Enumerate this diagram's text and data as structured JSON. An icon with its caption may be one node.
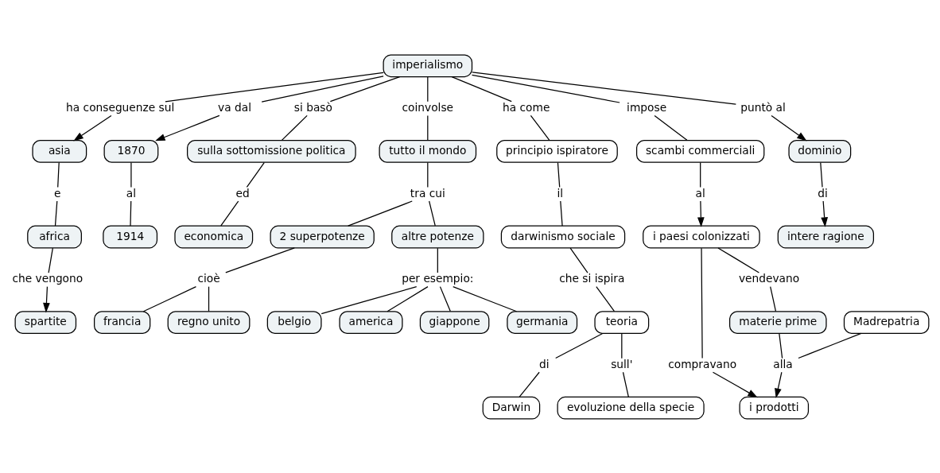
{
  "diagram": {
    "nodes": [
      {
        "text": [
          "imperialismo"
        ]
      },
      {
        "text": [
          "asia"
        ]
      },
      {
        "text": [
          "africa"
        ]
      },
      {
        "text": [
          "spartite"
        ]
      },
      {
        "text": [
          "1870"
        ]
      },
      {
        "text": [
          "1914"
        ]
      },
      {
        "text": [
          "sulla sottomissione politica"
        ]
      },
      {
        "text": [
          "economica"
        ]
      },
      {
        "text": [
          "tutto il mondo"
        ]
      },
      {
        "text": [
          "2 superpotenze"
        ]
      },
      {
        "text": [
          "francia"
        ]
      },
      {
        "text": [
          "regno unito"
        ]
      },
      {
        "text": [
          "altre potenze"
        ]
      },
      {
        "text": [
          "belgio"
        ]
      },
      {
        "text": [
          "america"
        ]
      },
      {
        "text": [
          "giappone"
        ]
      },
      {
        "text": [
          "germania"
        ]
      },
      {
        "text": [
          "principio ispiratore"
        ]
      },
      {
        "text": [
          "darwinismo sociale"
        ]
      },
      {
        "text": [
          "teoria"
        ]
      },
      {
        "text": [
          "Darwin"
        ]
      },
      {
        "text": [
          "evoluzione della specie"
        ]
      },
      {
        "text": [
          "scambi commerciali"
        ]
      },
      {
        "text": [
          "i paesi colonizzati"
        ]
      },
      {
        "text": [
          "i prodotti"
        ]
      },
      {
        "text": [
          "materie prime"
        ]
      },
      {
        "text": [
          "Madrepatria"
        ]
      },
      {
        "text": [
          "dominio"
        ]
      },
      {
        "text": [
          "intere ragione"
        ]
      },
      {
        "text": [
          "ha conseguenze sul"
        ]
      },
      {
        "text": [
          "e"
        ]
      },
      {
        "text": [
          "che vengono"
        ]
      },
      {
        "text": [
          "va dal"
        ]
      },
      {
        "text": [
          "al"
        ]
      },
      {
        "text": [
          "si basò"
        ]
      },
      {
        "text": [
          "ed"
        ]
      },
      {
        "text": [
          "coinvolse"
        ]
      },
      {
        "text": [
          "tra cui"
        ]
      },
      {
        "text": [
          "cioè"
        ]
      },
      {
        "text": [
          "per esempio:"
        ]
      },
      {
        "text": [
          "ha come"
        ]
      },
      {
        "text": [
          "il"
        ]
      },
      {
        "text": [
          "che si ispira"
        ]
      },
      {
        "text": [
          "di"
        ]
      },
      {
        "text": [
          "sull'"
        ]
      },
      {
        "text": [
          "impose"
        ]
      },
      {
        "text": [
          "al"
        ]
      },
      {
        "text": [
          "compravano"
        ]
      },
      {
        "text": [
          "vendevano"
        ]
      },
      {
        "text": [
          "alla"
        ]
      },
      {
        "text": [
          "puntò al"
        ]
      },
      {
        "text": [
          "di"
        ]
      }
    ],
    "edges": [
      {
        "from": 0,
        "to": 29,
        "arrow": "none"
      },
      {
        "from": 29,
        "to": 1,
        "arrow": "to"
      },
      {
        "from": 1,
        "to": 30,
        "arrow": "none"
      },
      {
        "from": 30,
        "to": 2,
        "arrow": "none"
      },
      {
        "from": 2,
        "to": 31,
        "arrow": "none"
      },
      {
        "from": 31,
        "to": 3,
        "arrow": "to"
      },
      {
        "from": 0,
        "to": 32,
        "arrow": "none"
      },
      {
        "from": 32,
        "to": 4,
        "arrow": "to"
      },
      {
        "from": 4,
        "to": 33,
        "arrow": "none"
      },
      {
        "from": 33,
        "to": 5,
        "arrow": "none"
      },
      {
        "from": 0,
        "to": 34,
        "arrow": "none"
      },
      {
        "from": 34,
        "to": 6,
        "arrow": "none"
      },
      {
        "from": 6,
        "to": 35,
        "arrow": "none"
      },
      {
        "from": 35,
        "to": 7,
        "arrow": "none"
      },
      {
        "from": 0,
        "to": 36,
        "arrow": "none"
      },
      {
        "from": 36,
        "to": 8,
        "arrow": "none"
      },
      {
        "from": 8,
        "to": 37,
        "arrow": "none"
      },
      {
        "from": 37,
        "to": 9,
        "arrow": "none"
      },
      {
        "from": 37,
        "to": 12,
        "arrow": "none"
      },
      {
        "from": 9,
        "to": 38,
        "arrow": "none"
      },
      {
        "from": 38,
        "to": 10,
        "arrow": "none"
      },
      {
        "from": 38,
        "to": 11,
        "arrow": "none"
      },
      {
        "from": 12,
        "to": 39,
        "arrow": "none"
      },
      {
        "from": 39,
        "to": 13,
        "arrow": "none"
      },
      {
        "from": 39,
        "to": 14,
        "arrow": "none"
      },
      {
        "from": 39,
        "to": 15,
        "arrow": "none"
      },
      {
        "from": 39,
        "to": 16,
        "arrow": "none"
      },
      {
        "from": 0,
        "to": 40,
        "arrow": "none"
      },
      {
        "from": 40,
        "to": 17,
        "arrow": "none"
      },
      {
        "from": 17,
        "to": 41,
        "arrow": "none"
      },
      {
        "from": 41,
        "to": 18,
        "arrow": "none"
      },
      {
        "from": 18,
        "to": 42,
        "arrow": "none"
      },
      {
        "from": 42,
        "to": 19,
        "arrow": "none"
      },
      {
        "from": 19,
        "to": 43,
        "arrow": "none"
      },
      {
        "from": 43,
        "to": 20,
        "arrow": "none"
      },
      {
        "from": 19,
        "to": 44,
        "arrow": "none"
      },
      {
        "from": 44,
        "to": 21,
        "arrow": "none"
      },
      {
        "from": 0,
        "to": 45,
        "arrow": "none"
      },
      {
        "from": 45,
        "to": 22,
        "arrow": "none"
      },
      {
        "from": 22,
        "to": 46,
        "arrow": "none"
      },
      {
        "from": 46,
        "to": 23,
        "arrow": "to"
      },
      {
        "from": 23,
        "to": 47,
        "arrow": "none"
      },
      {
        "from": 47,
        "to": 24,
        "arrow": "to"
      },
      {
        "from": 23,
        "to": 48,
        "arrow": "none"
      },
      {
        "from": 48,
        "to": 25,
        "arrow": "none"
      },
      {
        "from": 25,
        "to": 49,
        "arrow": "none"
      },
      {
        "from": 26,
        "to": 49,
        "arrow": "none"
      },
      {
        "from": 49,
        "to": 24,
        "arrow": "to"
      },
      {
        "from": 0,
        "to": 50,
        "arrow": "none"
      },
      {
        "from": 50,
        "to": 27,
        "arrow": "to"
      },
      {
        "from": 27,
        "to": 51,
        "arrow": "none"
      },
      {
        "from": 51,
        "to": 28,
        "arrow": "to"
      }
    ]
  }
}
